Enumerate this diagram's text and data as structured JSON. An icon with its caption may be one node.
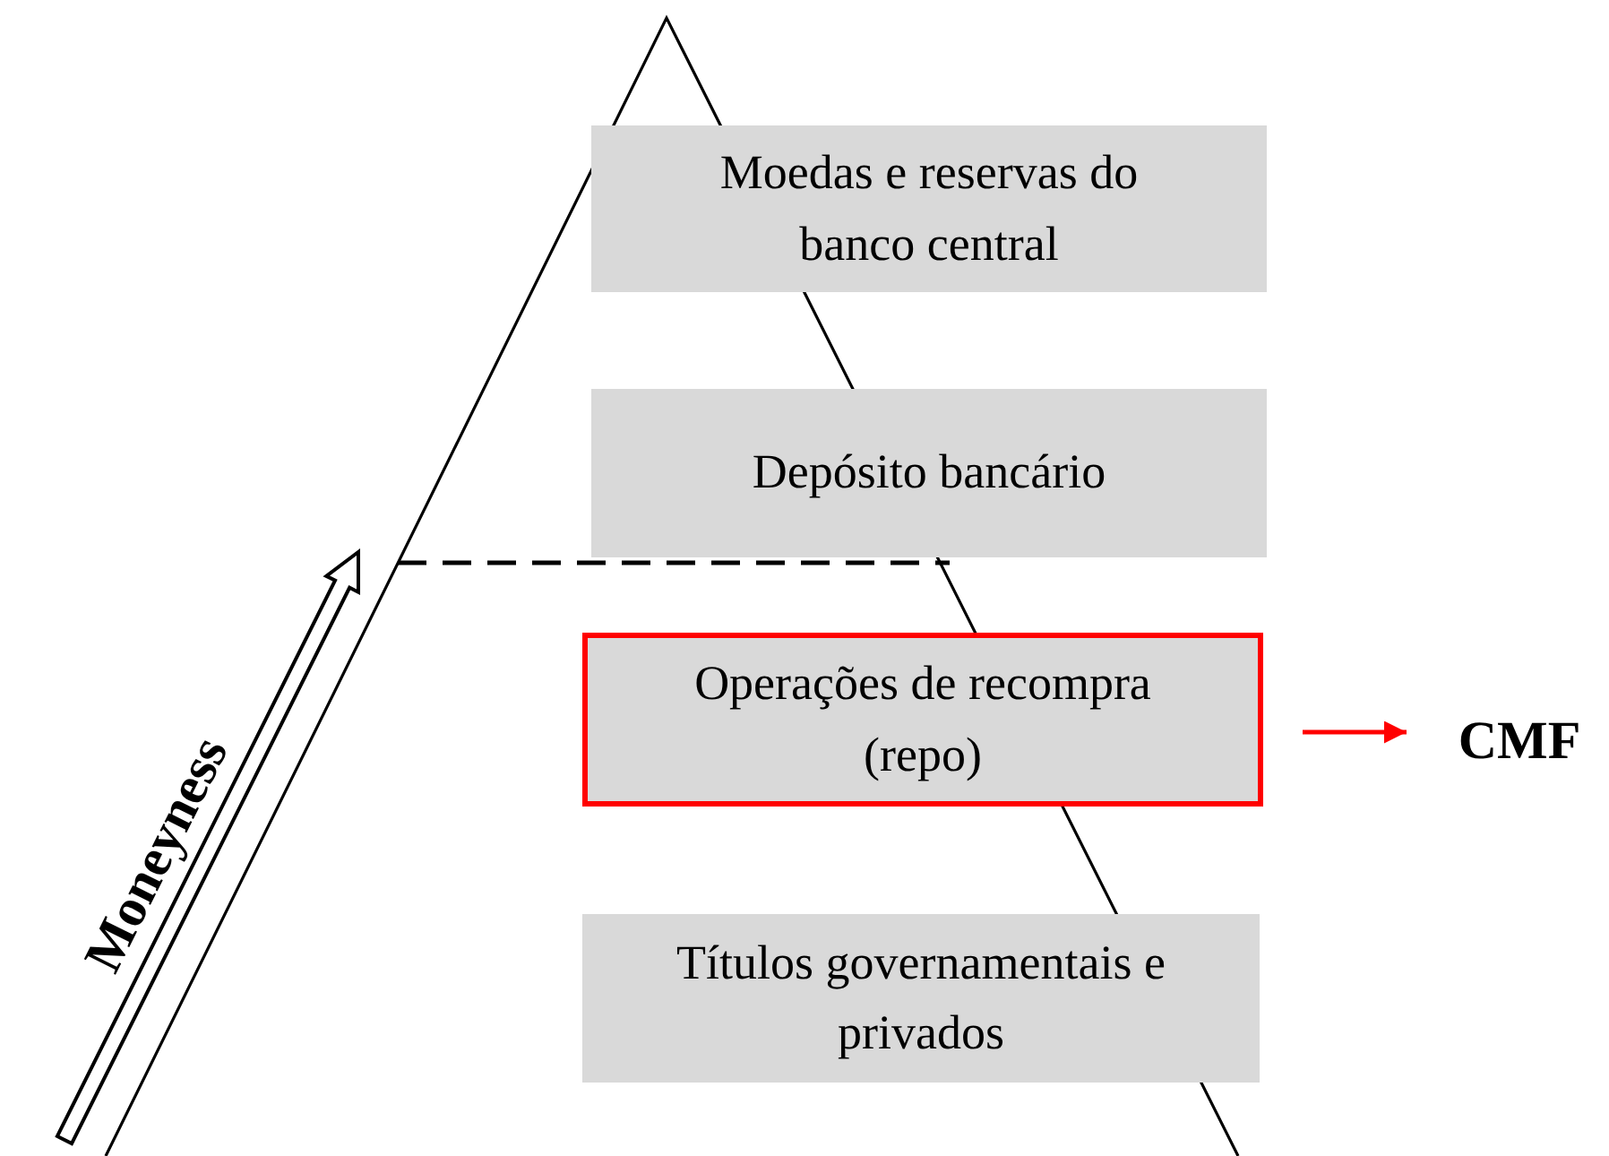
{
  "diagram": {
    "nodes": [
      {
        "text": [
          "Moedas e reservas do banco central"
        ]
      },
      {
        "text": [
          "Depósito bancário"
        ]
      },
      {
        "text": [
          "Operações de recompra (repo)"
        ]
      },
      {
        "text": [
          "Títulos governamentais e privados"
        ]
      },
      {
        "text": [
          "CMF"
        ]
      }
    ],
    "edges": [
      {
        "from": 2,
        "to": 4,
        "arrow": "to",
        "color": "#ff0000"
      }
    ],
    "labels": [
      "Moneyness"
    ]
  }
}
